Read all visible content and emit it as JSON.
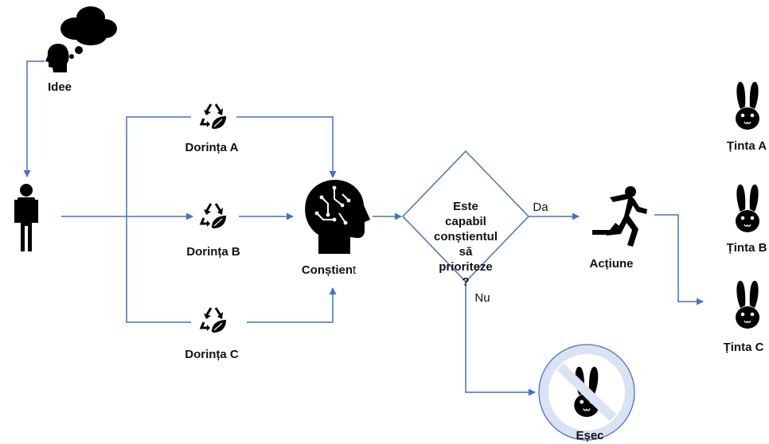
{
  "nodes": {
    "idea": "Idee",
    "desire_a": "Dorința A",
    "desire_b": "Dorința B",
    "desire_c": "Dorința C",
    "conscious_bold": "Conștien",
    "conscious_plain": "t",
    "question": [
      "Este",
      "capabil",
      "conștientul să",
      "prioriteze",
      "?"
    ],
    "action": "Acțiune",
    "failure": "Eșec",
    "target_a": "Ținta A",
    "target_b": "Ținta B",
    "target_c": "Ținta C"
  },
  "edges": {
    "yes": "Da",
    "no": "Nu"
  },
  "icons": {
    "thought": "thought-cloud-icon",
    "head": "head-icon",
    "person": "person-icon",
    "recycle": "recycle-leaf-icon",
    "brain": "brain-head-icon",
    "runner": "running-person-icon",
    "rabbit": "rabbit-icon",
    "prohibited": "prohibited-icon"
  },
  "colors": {
    "connector": "#4472c4",
    "icon": "#000000",
    "prohibited_fill": "#dae3f3",
    "prohibited_stroke": "#4472c4"
  }
}
